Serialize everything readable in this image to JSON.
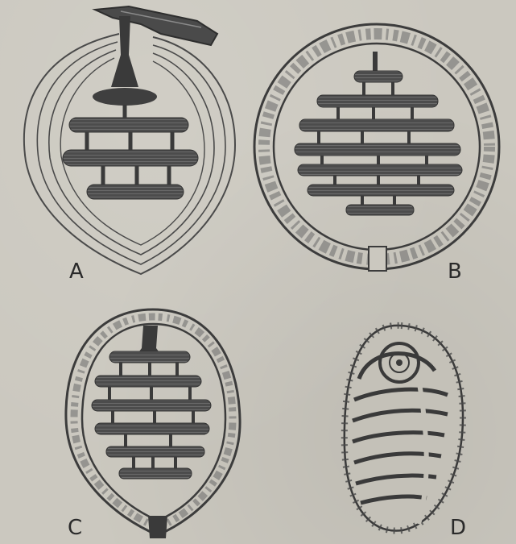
{
  "figure": {
    "labels": {
      "a": "A",
      "b": "B",
      "c": "C",
      "d": "D"
    },
    "colors": {
      "paper": "#cbc8bf",
      "ink": "#2f2f2f",
      "fill": "#4e4e4e",
      "line": "#555555"
    }
  }
}
